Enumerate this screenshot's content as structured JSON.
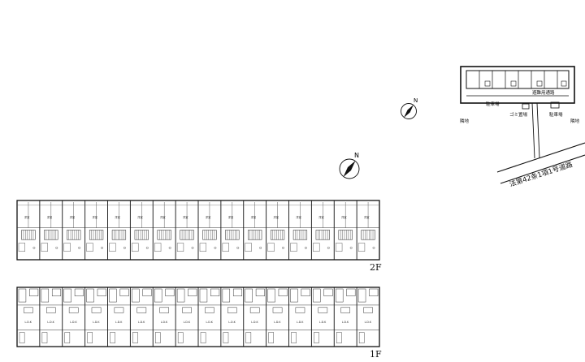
{
  "site_plan": {
    "labels": {
      "private_passage": "避難用通路",
      "parking": "駐車場",
      "parking_2": "駐車場",
      "garbage": "ゴミ置場",
      "neighbor_left": "隣地",
      "neighbor_right": "隣地"
    },
    "road_label": "法第42条1項1号道路"
  },
  "compass": {
    "letter": "N"
  },
  "floor_plans": [
    {
      "label": "2F",
      "units": 16
    },
    {
      "label": "1F",
      "units": 16
    }
  ],
  "room_text": {
    "room_2f": "洋室",
    "ldk_1f": "L.D.K"
  }
}
